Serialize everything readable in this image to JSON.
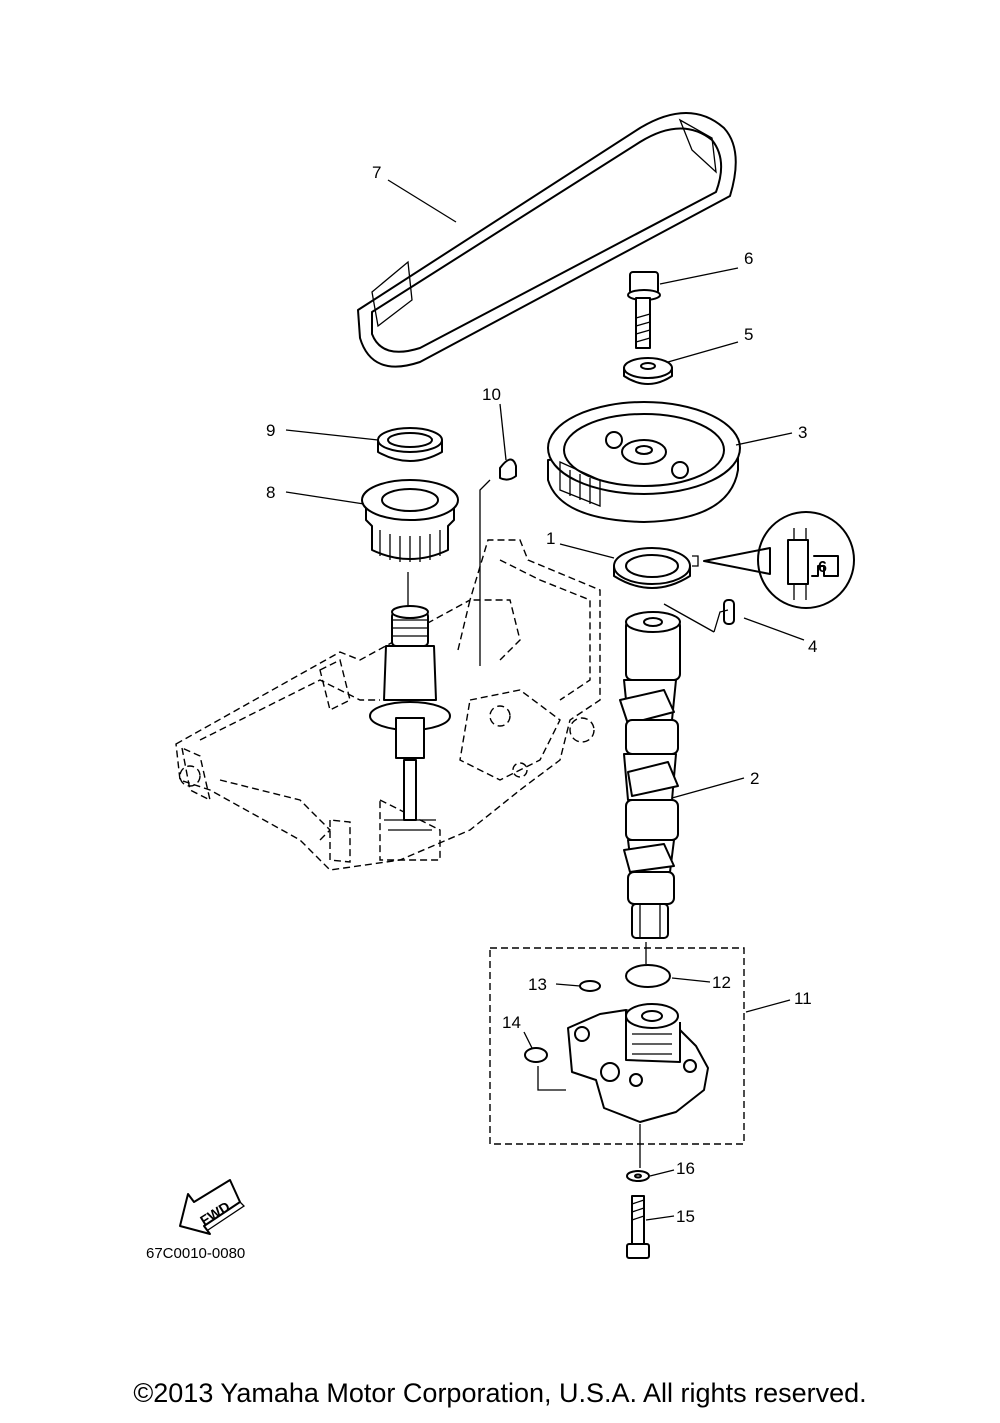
{
  "callouts": {
    "c1": "1",
    "c2": "2",
    "c3": "3",
    "c4": "4",
    "c5": "5",
    "c6": "6",
    "c7": "7",
    "c8": "8",
    "c9": "9",
    "c10": "10",
    "c11": "11",
    "c12": "12",
    "c13": "13",
    "c14": "14",
    "c15": "15",
    "c16": "16"
  },
  "fwd_label": "FWD",
  "diagram_code": "67C0010-0080",
  "copyright": "©2013 Yamaha Motor Corporation, U.S.A. All rights reserved."
}
